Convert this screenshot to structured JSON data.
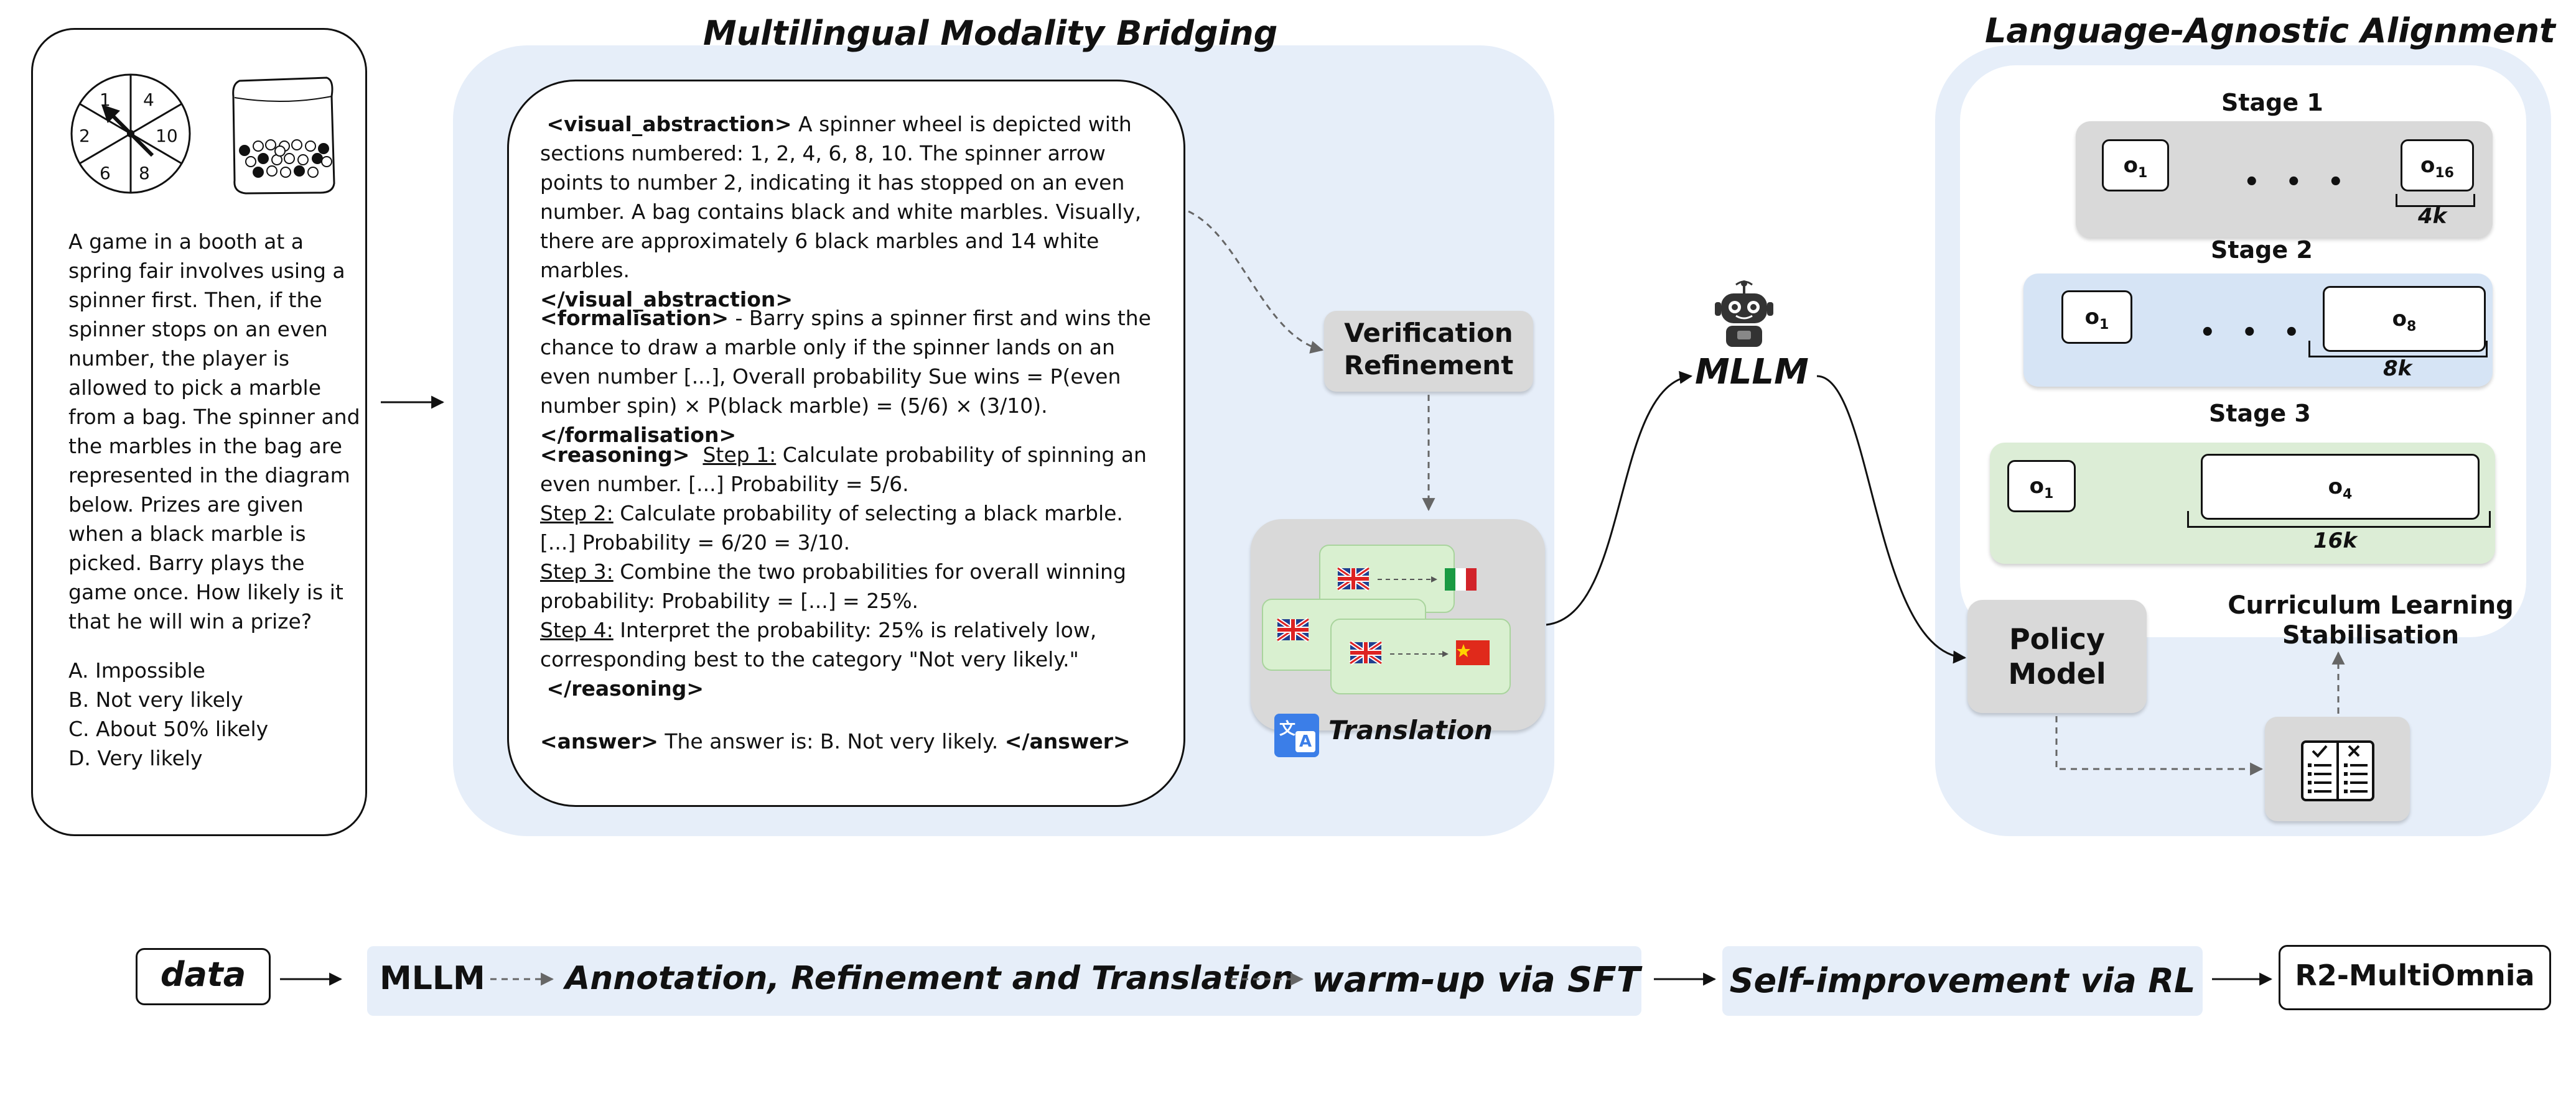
{
  "titles": {
    "bridging": "Multilingual Modality Bridging",
    "alignment": "Language-Agnostic Alignment"
  },
  "question": {
    "spinner_numbers": [
      "1",
      "4",
      "10",
      "8",
      "6",
      "2"
    ],
    "text": "A game in a booth at a spring fair involves using a spinner first. Then, if the spinner stops on an even number, the player is allowed to pick a marble from a bag. The spinner and the marbles in the bag are represented in the diagram below. Prizes are given when a black marble is picked. Barry plays the game once. How likely is it that he will win a prize?",
    "options": [
      "A. Impossible",
      "B. Not very likely",
      "C. About 50% likely",
      "D. Very likely"
    ]
  },
  "cot": {
    "va_open": "<visual_abstraction>",
    "va_text": " A spinner wheel is depicted with sections numbered: 1, 2, 4, 6, 8, 10. The spinner arrow points to number 2, indicating it has stopped on an even number. A bag contains black and white marbles. Visually, there are approximately 6 black marbles and 14 white marbles.",
    "va_close": "</visual_abstraction>",
    "f_open": "<formalisation>",
    "f_text": " - Barry spins a spinner first and wins the chance to draw a marble only if the spinner lands on an even number [...], Overall probability Sue wins = P(even number spin) × P(black marble) = (5/6) × (3/10). ",
    "f_close": "</formalisation>",
    "r_open": "<reasoning>",
    "s1_label": "Step 1:",
    "s1_text": " Calculate probability of spinning an even number.  [...] Probability = 5/6.",
    "s2_label": "Step 2:",
    "s2_text": " Calculate probability of selecting a black marble. [...] Probability = 6/20 = 3/10.",
    "s3_label": "Step 3:",
    "s3_text": " Combine the two probabilities for overall winning probability: Probability = [...] = 25%.",
    "s4_label": "Step 4:",
    "s4_text": " Interpret the probability: 25% is relatively low, corresponding best to the category \"Not very likely.\"",
    "r_close": "</reasoning>",
    "a_open": "<answer>",
    "a_text": " The answer is: B. Not very likely. ",
    "a_close": "</answer>"
  },
  "verification": "Verification Refinement",
  "translation": "Translation",
  "translate_icon_glyphs": [
    "文",
    "A"
  ],
  "mllm": "MLLM",
  "stages": [
    {
      "label": "Stage 1",
      "first": "o",
      "first_sub": "1",
      "last": "o",
      "last_sub": "16",
      "tokens": "4k"
    },
    {
      "label": "Stage 2",
      "first": "o",
      "first_sub": "1",
      "last": "o",
      "last_sub": "8",
      "tokens": "8k"
    },
    {
      "label": "Stage 3",
      "first": "o",
      "first_sub": "1",
      "last": "o",
      "last_sub": "4",
      "tokens": "16k"
    }
  ],
  "dots": "• • •",
  "policy_model": "Policy Model",
  "curriculum": "Curriculum Learning Stabilisation",
  "pipeline": {
    "data": "data",
    "mllm": "MLLM",
    "annotation": "Annotation, Refinement and Translation",
    "warmup": "warm-up via SFT",
    "rl": "Self-improvement via RL",
    "result": "R2-MultiOmnia"
  },
  "colors": {
    "panel_blue": "#e6eef9",
    "grey_box": "#d9d9d9",
    "stage2_blue": "#d6e4f5",
    "stage3_green": "#dcedd6",
    "card_green": "#d9f0d0",
    "translate_blue": "#3b7ee8"
  },
  "icons": [
    "robot-icon",
    "translate-icon",
    "checklist-icon",
    "uk-flag-icon",
    "italy-flag-icon",
    "china-flag-icon",
    "spinner-wheel-icon",
    "marble-bag-icon"
  ]
}
